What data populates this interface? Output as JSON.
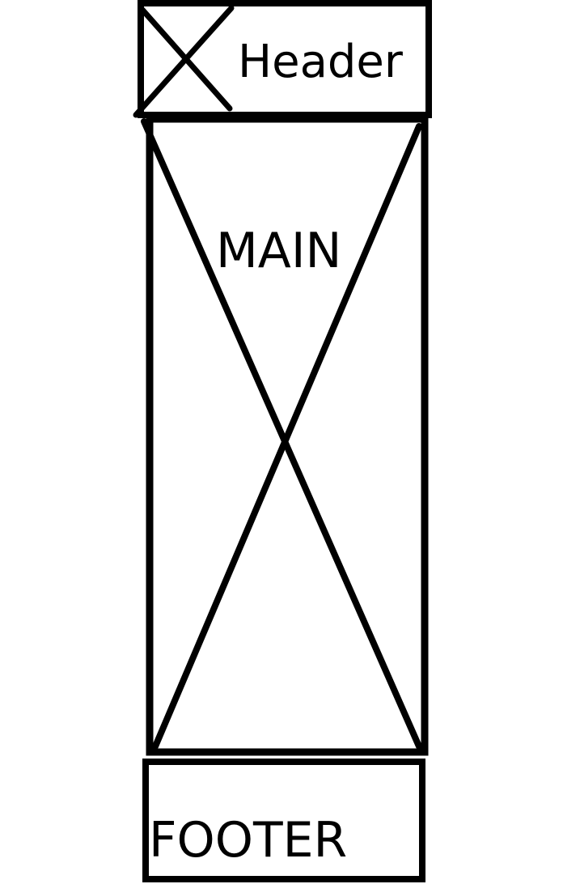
{
  "header": {
    "label": "Header"
  },
  "main": {
    "label": "MAIN"
  },
  "footer": {
    "label": "FOOTER"
  },
  "colors": {
    "stroke": "#000000",
    "background": "#ffffff"
  },
  "icons": {
    "header_image_placeholder": "cross-placeholder-icon",
    "main_image_placeholder": "cross-placeholder-icon"
  }
}
